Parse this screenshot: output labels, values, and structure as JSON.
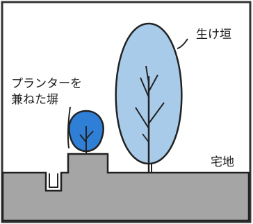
{
  "labels": {
    "hedge": "生け垣",
    "planter_wall_line1": "プランターを",
    "planter_wall_line2": "兼ねた塀",
    "residential_land": "宅地"
  },
  "colors": {
    "ground": "#a5a5a5",
    "large_tree_fill": "#a9cbea",
    "small_tree_fill": "#2f7fd6",
    "outline": "#222222"
  }
}
